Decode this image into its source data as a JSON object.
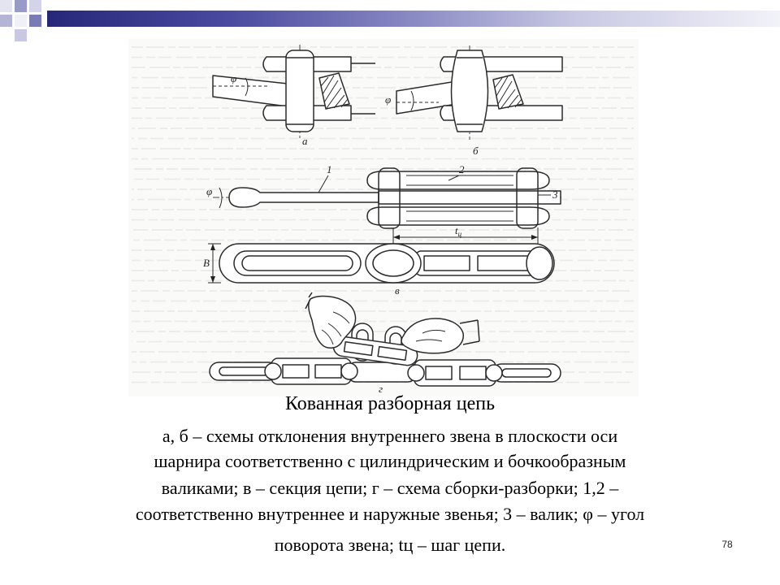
{
  "slide": {
    "number": "78"
  },
  "figure": {
    "labels": {
      "view_a": "а",
      "view_b": "б",
      "view_v": "в",
      "view_g": "г",
      "angle": "φ",
      "inner_link": "1",
      "outer_link": "2",
      "pin": "3",
      "width": "B",
      "pitch": "t",
      "pitch_subscript": "ц"
    }
  },
  "caption": {
    "title": "Кованная разборная цепь",
    "lines": [
      "а, б – схемы отклонения внутреннего звена в плоскости оси",
      "шарнира соответственно с цилиндрическим  и бочкообразным",
      "валиками; в – секция цепи; г – схема сборки-разборки; 1,2 –",
      "соответственно внутреннее и наружные звенья; 3 – валик; φ – угол",
      "поворота звена; tц – шаг цепи."
    ]
  },
  "colors": {
    "accent": "#26267a",
    "drawing_line": "#2b2b2b"
  }
}
